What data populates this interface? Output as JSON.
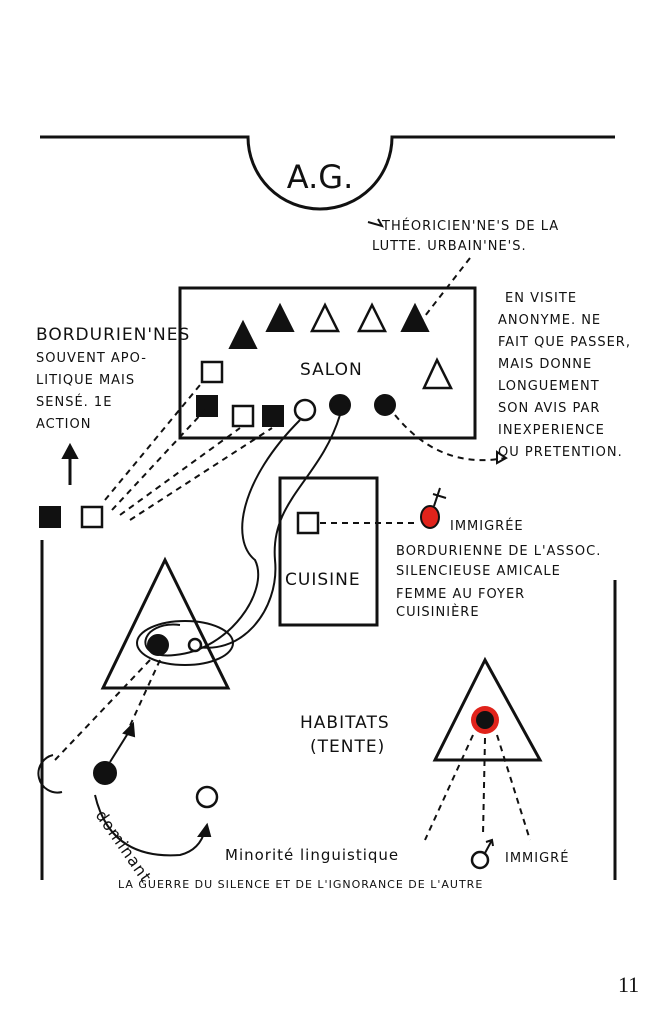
{
  "title": "A.G.",
  "labels": {
    "theoriciens": [
      "Théoricien'ne's de la",
      "Lutte. Urbain'ne's."
    ],
    "visite": [
      "En visite",
      "anonyme. Ne",
      "fait que passer,",
      "mais donne",
      "longuement",
      "son avis par",
      "inexperience",
      "ou pretention."
    ],
    "borduriens": [
      "Bordurien'nes",
      "Souvent apo-",
      "litique mais",
      "sensé. 1e",
      "action"
    ],
    "salon": "Salon",
    "cuisine": "Cuisine",
    "immigree": "immigrée",
    "bordurienne_assoc": [
      "Bordurienne de l'assoc.",
      "silencieuse   amicale",
      "femme au foyer",
      "cuisinière"
    ],
    "habitats": [
      "Habitats",
      "(Tente)"
    ],
    "dominant": "dominant",
    "minorite": "Minorité linguistique",
    "immigre": "Immigré",
    "guerre": "La guerre du silence et de l'ignorance de l'autre"
  },
  "page_number": "11",
  "colors": {
    "ink": "#111111",
    "accent_red": "#e0231b"
  }
}
